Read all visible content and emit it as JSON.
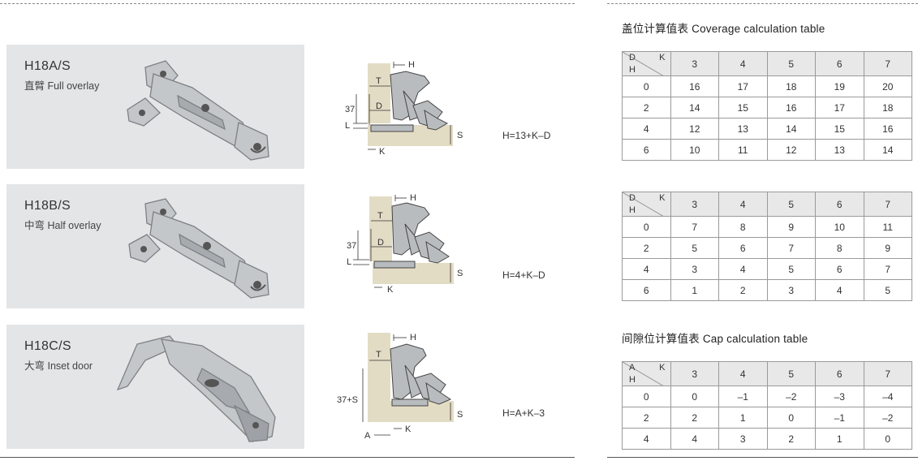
{
  "hinges": [
    {
      "model": "H18A/S",
      "type": "直臂 Full overlay",
      "formula": "H=13+K–D",
      "labels": {
        "h": "H",
        "t": "T",
        "d": "D",
        "dim": "37",
        "l": "L",
        "s": "S",
        "k": "K"
      }
    },
    {
      "model": "H18B/S",
      "type": "中弯 Half overlay",
      "formula": "H=4+K–D",
      "labels": {
        "h": "H",
        "t": "T",
        "d": "D",
        "dim": "37",
        "l": "L",
        "s": "S",
        "k": "K"
      }
    },
    {
      "model": "H18C/S",
      "type": "大弯 Inset door",
      "formula": "H=A+K–3",
      "labels": {
        "h": "H",
        "t": "T",
        "dim": "37+S",
        "s": "S",
        "k": "K",
        "a": "A"
      }
    }
  ],
  "coverage": {
    "title": "盖位计算值表  Coverage calculation table",
    "tables": [
      {
        "corner": {
          "top_left": "D",
          "top_right": "K",
          "bottom_left": "H"
        },
        "columns": [
          "3",
          "4",
          "5",
          "6",
          "7"
        ],
        "rows": [
          {
            "h": "0",
            "values": [
              "16",
              "17",
              "18",
              "19",
              "20"
            ]
          },
          {
            "h": "2",
            "values": [
              "14",
              "15",
              "16",
              "17",
              "18"
            ]
          },
          {
            "h": "4",
            "values": [
              "12",
              "13",
              "14",
              "15",
              "16"
            ]
          },
          {
            "h": "6",
            "values": [
              "10",
              "11",
              "12",
              "13",
              "14"
            ]
          }
        ]
      },
      {
        "corner": {
          "top_left": "D",
          "top_right": "K",
          "bottom_left": "H"
        },
        "columns": [
          "3",
          "4",
          "5",
          "6",
          "7"
        ],
        "rows": [
          {
            "h": "0",
            "values": [
              "7",
              "8",
              "9",
              "10",
              "11"
            ]
          },
          {
            "h": "2",
            "values": [
              "5",
              "6",
              "7",
              "8",
              "9"
            ]
          },
          {
            "h": "4",
            "values": [
              "3",
              "4",
              "5",
              "6",
              "7"
            ]
          },
          {
            "h": "6",
            "values": [
              "1",
              "2",
              "3",
              "4",
              "5"
            ]
          }
        ]
      }
    ]
  },
  "gap": {
    "title": "间隙位计算值表  Cap calculation table",
    "table": {
      "corner": {
        "top_left": "A",
        "top_right": "K",
        "bottom_left": "H"
      },
      "columns": [
        "3",
        "4",
        "5",
        "6",
        "7"
      ],
      "rows": [
        {
          "h": "0",
          "values": [
            "0",
            "–1",
            "–2",
            "–3",
            "–4"
          ]
        },
        {
          "h": "2",
          "values": [
            "2",
            "1",
            "0",
            "–1",
            "–2"
          ]
        },
        {
          "h": "4",
          "values": [
            "4",
            "3",
            "2",
            "1",
            "0"
          ]
        }
      ]
    }
  },
  "colors": {
    "card_bg": "#e4e5e6",
    "wood": "#e3dcc4",
    "metal": "#b9bcbf",
    "table_header": "#e8e8e8"
  }
}
